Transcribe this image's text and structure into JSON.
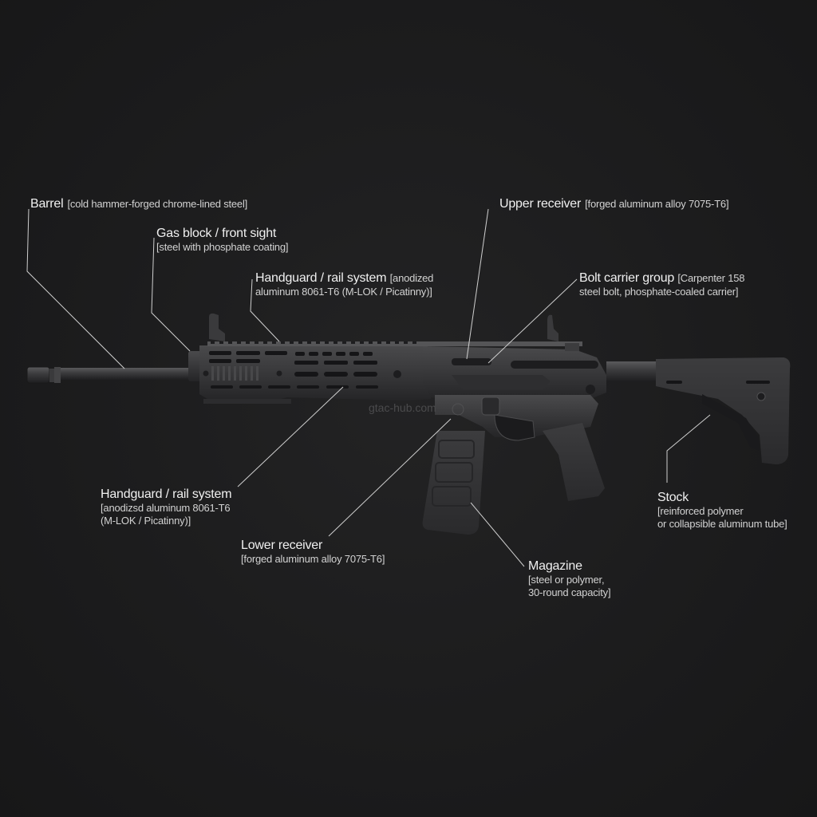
{
  "diagram": {
    "subject": "AR-15 style rifle component diagram",
    "background_color": "#1b1b1c",
    "line_color": "#cfcfcf",
    "text_color": "#f0f0f0",
    "watermark": "gtac-hub.com",
    "callouts": [
      {
        "id": "barrel",
        "title": "Barrel",
        "spec": "[cold hammer-forged chrome-lined steel]"
      },
      {
        "id": "gas-block",
        "title": "Gas block / front sight",
        "spec": "[steel with phosphate coating]"
      },
      {
        "id": "handguard-top",
        "title": "Handguard / rail system",
        "spec_line1": "[anodized",
        "spec_line2": "aluminum 8061-T6 (M-LOK / Picatinny)]"
      },
      {
        "id": "upper-receiver",
        "title": "Upper receiver",
        "spec": "[forged aluminum alloy 7075-T6]"
      },
      {
        "id": "bolt-carrier",
        "title": "Bolt carrier group",
        "spec_line1": "[Carpenter 158",
        "spec_line2": "steel bolt, phosphate-coaled carrier]"
      },
      {
        "id": "handguard-bottom",
        "title": "Handguard / rail system",
        "spec_line1": "[anodizsd aluminum 8061-T6",
        "spec_line2": "(M-LOK / Picatinny)]"
      },
      {
        "id": "lower-receiver",
        "title": "Lower receiver",
        "spec": "[forged aluminum alloy 7075-T6]"
      },
      {
        "id": "magazine",
        "title": "Magazine",
        "spec_line1": "[steel or polymer,",
        "spec_line2": "30-round capacity]"
      },
      {
        "id": "stock",
        "title": "Stock",
        "spec_line1": "[reinforced polymer",
        "spec_line2": "or collapsible aluminum tube]"
      }
    ]
  }
}
